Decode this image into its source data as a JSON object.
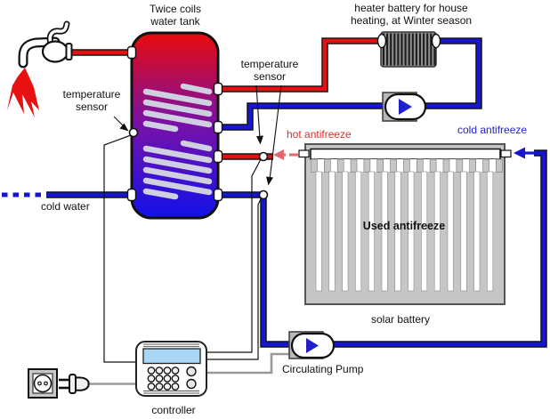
{
  "labels": {
    "water_tank": "Twice coils\nwater tank",
    "heater_battery": "heater battery for house\nheating, at Winter season",
    "temp_sensor_left": "temperature\nsensor",
    "temp_sensor_center": "temperature\nsensor",
    "hot_antifreeze": "hot antifreeze",
    "cold_antifreeze": "cold antifreeze",
    "cold_water": "cold water",
    "used_antifreeze": "Used antifreeze",
    "solar_battery": "solar battery",
    "circulating_pump": "Circulating Pump",
    "controller": "controller"
  },
  "colors": {
    "hot_pipe": "#e01212",
    "cold_pipe": "#1616cd",
    "hot_text": "#d83030",
    "cold_text": "#2323cc",
    "hot_flow_arrow": "#e06a6a",
    "cold_flow_arrow": "#1616cd",
    "tank_top": "#e80a0a",
    "tank_mid": "#7711aa",
    "tank_bottom": "#1111e8",
    "coil": "#cfcfe2",
    "device_gray": "#b8b8b8",
    "solar_gray": "#c6c6c6",
    "screen_blue": "#a9d6f5"
  },
  "components": {
    "solar_battery": {
      "slot_count": 14,
      "neck_count": 15
    },
    "heater_battery": {
      "rib_count": 15
    },
    "controller_keypad": {
      "rows": 3,
      "cols": 4
    },
    "sensor_count": 3
  }
}
